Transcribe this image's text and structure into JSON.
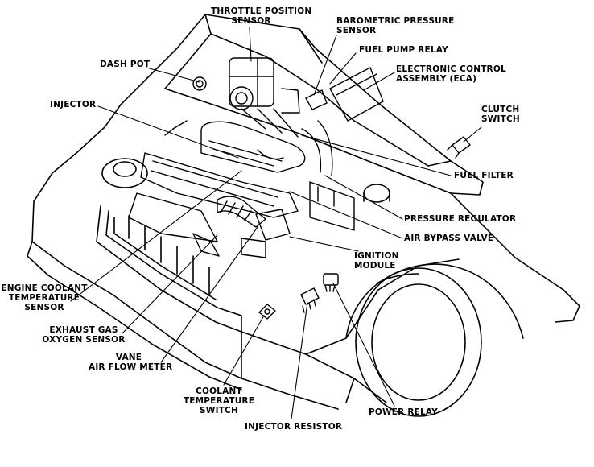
{
  "labels": {
    "throttle_position_sensor": [
      "THROTTLE POSITION",
      "SENSOR"
    ],
    "barometric_pressure_sensor": [
      "BAROMETRIC PRESSURE",
      "SENSOR"
    ],
    "fuel_pump_relay": [
      "FUEL PUMP RELAY"
    ],
    "electronic_control_assembly": [
      "ELECTRONIC CONTROL",
      "ASSEMBLY (ECA)"
    ],
    "dash_pot": [
      "DASH POT"
    ],
    "injector": [
      "INJECTOR"
    ],
    "clutch_switch": [
      "CLUTCH",
      "SWITCH"
    ],
    "fuel_filter": [
      "FUEL FILTER"
    ],
    "pressure_regulator": [
      "PRESSURE REGULATOR"
    ],
    "air_bypass_valve": [
      "AIR BYPASS VALVE"
    ],
    "ignition_module": [
      "IGNITION",
      "MODULE"
    ],
    "engine_coolant_temperature_sensor": [
      "ENGINE COOLANT",
      "TEMPERATURE",
      "SENSOR"
    ],
    "exhaust_gas_oxygen_sensor": [
      "EXHAUST GAS",
      "OXYGEN SENSOR"
    ],
    "vane_air_flow_meter": [
      "VANE",
      "AIR FLOW METER"
    ],
    "coolant_temperature_switch": [
      "COOLANT",
      "TEMPERATURE",
      "SWITCH"
    ],
    "injector_resistor": [
      "INJECTOR RESISTOR"
    ],
    "power_relay": [
      "POWER RELAY"
    ]
  }
}
